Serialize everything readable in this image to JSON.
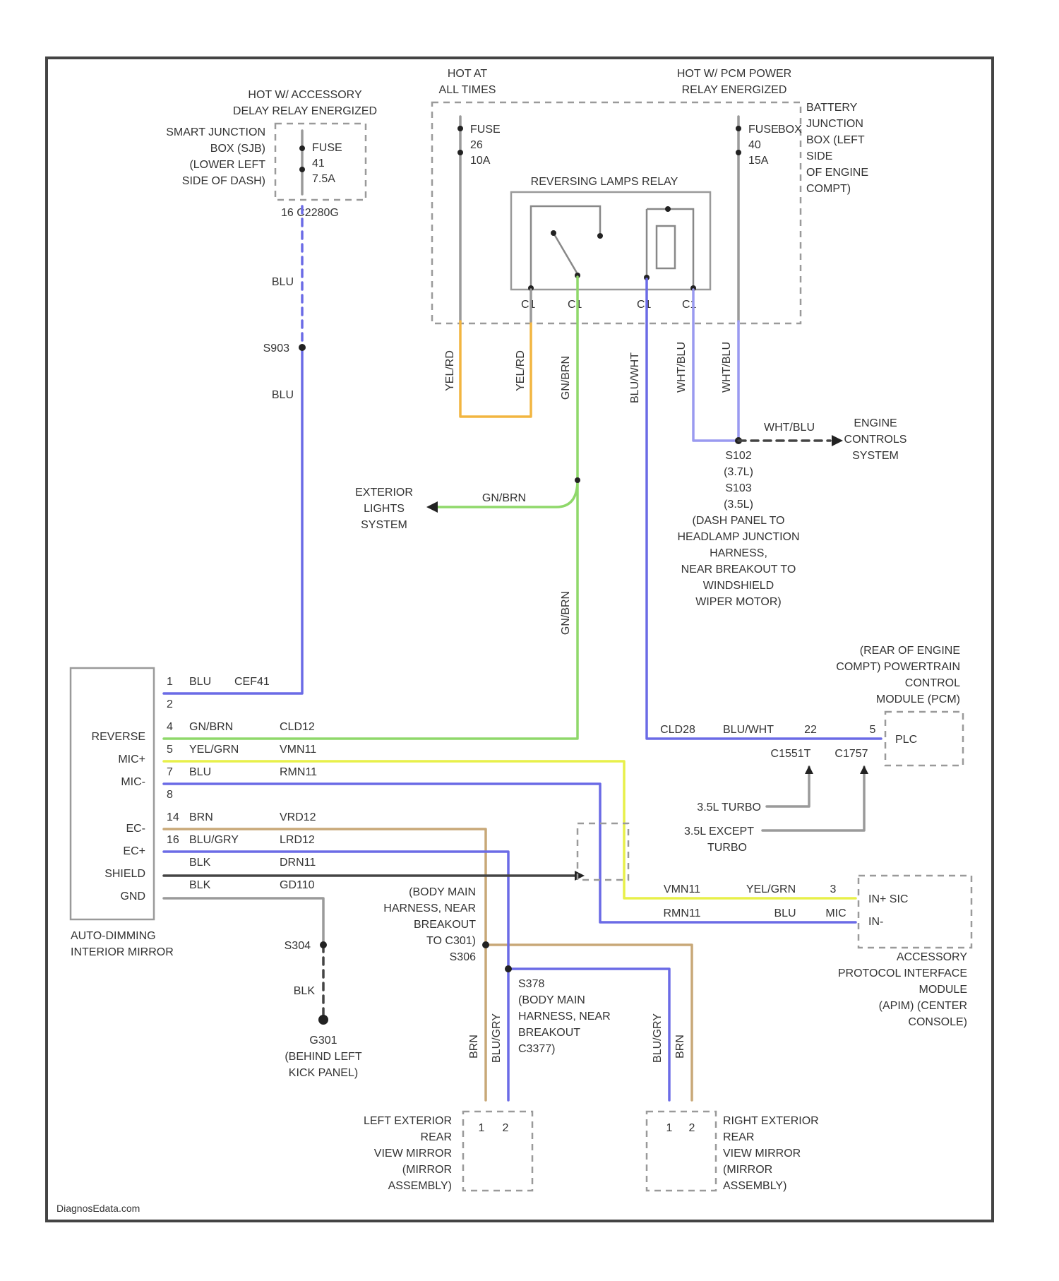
{
  "labels": {
    "hot_acc_1": "HOT W/ ACCESSORY",
    "hot_acc_2": "DELAY RELAY ENERGIZED",
    "sjb_1": "SMART JUNCTION",
    "sjb_2": "BOX (SJB)",
    "sjb_3": "(LOWER LEFT",
    "sjb_4": "SIDE OF DASH)",
    "fuse41_1": "FUSE",
    "fuse41_2": "41",
    "fuse41_3": "7.5A",
    "fuse41_conn": "16 C2280G",
    "hot_all_1": "HOT AT",
    "hot_all_2": "ALL TIMES",
    "fuse26_1": "FUSE",
    "fuse26_2": "26",
    "fuse26_3": "10A",
    "hot_pcm_1": "HOT W/ PCM POWER",
    "hot_pcm_2": "RELAY ENERGIZED",
    "fuse40_1": "FUSE",
    "fuse40_2": "40",
    "fuse40_3": "15A",
    "fuse_box_label": "BOX",
    "bjb_1": "BATTERY",
    "bjb_2": "JUNCTION",
    "bjb_3": "BOX (LEFT",
    "bjb_4": "SIDE",
    "bjb_5": "OF ENGINE",
    "bjb_6": "COMPT)",
    "relay_title": "REVERSING LAMPS RELAY",
    "pin_a": "C1",
    "pin_b": "C1",
    "pin_c": "C1",
    "pin_d": "C1",
    "w_yel_rd_1": "YEL/RD",
    "w_yel_rd_2": "YEL/RD",
    "w_gn_brn_v": "GN/BRN",
    "w_blu_wht_v": "BLU/WHT",
    "w_wht_blu_1": "WHT/BLU",
    "w_wht_blu_2": "WHT/BLU",
    "blu_1": "BLU",
    "s_red": "S903",
    "blu_2": "BLU",
    "wht_blu_h": "WHT/BLU",
    "engine_1": "ENGINE",
    "engine_2": "CONTROLS",
    "engine_3": "SYSTEM",
    "s102_1": "S102",
    "s102_2": "(3.7L)",
    "s102_3": "S103",
    "s102_4": "(3.5L)",
    "s102_5": "(DASH PANEL TO",
    "s102_6": "HEADLAMP JUNCTION",
    "s102_7": "HARNESS,",
    "s102_8": "NEAR BREAKOUT TO",
    "s102_9": "WINDSHIELD",
    "s102_10": "WIPER MOTOR)",
    "ext_1": "EXTERIOR",
    "ext_2": "LIGHTS",
    "ext_3": "SYSTEM",
    "gn_brn_h": "GN/BRN",
    "gn_brn_v2": "GN/BRN",
    "pcm_1": "(REAR OF ENGINE",
    "pcm_2": "COMPT) POWERTRAIN",
    "pcm_3": "CONTROL",
    "pcm_4": "MODULE (PCM)",
    "pcm_c1": "C1551T",
    "pcm_c2": "C1757",
    "turbo_1": "3.5L TURBO",
    "turbo_2": "3.5L EXCEPT",
    "turbo_3": "TURBO",
    "rev_wire_id": "CLD28",
    "rev_wire_color": "BLU/WHT",
    "rev_pin": "22",
    "pcm_pin": "5",
    "pcm_name": "PLC",
    "mirror_rev": "REVERSE",
    "mirror_mic_p": "MIC+",
    "mirror_mic_n": "MIC-",
    "mirror_ec_n": "EC-",
    "mirror_ec_p": "EC+",
    "mirror_shield": "SHIELD",
    "mirror_gnd": "GND",
    "mirror_name_1": "AUTO-DIMMING",
    "mirror_name_2": "INTERIOR MIRROR",
    "r1_pin": "1",
    "r1_color": "BLU",
    "r1_id": "CEF41",
    "r2_pin": "2",
    "r3_pin": "4",
    "r3_color": "GN/BRN",
    "r3_id": "CLD12",
    "r4_pin": "5",
    "r4_color": "YEL/GRN",
    "r4_id": "VMN11",
    "r5_pin": "7",
    "r5_color": "BLU",
    "r5_id": "RMN11",
    "r6_pin": "8",
    "r7_pin": "14",
    "r7_color": "BRN",
    "r7_id": "VRD12",
    "r8_pin": "16",
    "r8_color": "BLU/GRY",
    "r8_id": "LRD12",
    "r9_color": "BLK",
    "r9_id": "DRN11",
    "r10_color": "BLK",
    "r10_id": "GD110",
    "apim_w1_id": "VMN11",
    "apim_w1_color": "YEL/GRN",
    "apim_w1_pin": "3",
    "apim_w2_id": "RMN11",
    "apim_w2_color": "BLU",
    "apim_w2_pin": "MIC",
    "apim_p1": "IN+ SIC",
    "apim_p2": "IN-",
    "apim_1": "ACCESSORY",
    "apim_2": "PROTOCOL INTERFACE",
    "apim_3": "MODULE",
    "apim_4": "(APIM) (CENTER",
    "apim_5": "CONSOLE)",
    "body_1": "(BODY MAIN",
    "body_2": "HARNESS, NEAR",
    "body_3": "BREAKOUT",
    "body_4": "TO C301)",
    "body_5": "S306",
    "s378_1": "S378",
    "s378_2": "(BODY MAIN",
    "s378_3": "HARNESS, NEAR",
    "s378_4": "BREAKOUT",
    "s378_5": "C3377)",
    "s304": "S304",
    "blk_v": "BLK",
    "g301_1": "G301",
    "g301_2": "(BEHIND LEFT",
    "g301_3": "KICK PANEL)",
    "lv_brn": "BRN",
    "lv_blu": "BLU/GRY",
    "rv_blu": "BLU/GRY",
    "rv_brn": "BRN",
    "lm_p1": "1",
    "lm_p2": "2",
    "rm_p1": "1",
    "rm_p2": "2",
    "lm_1": "LEFT EXTERIOR",
    "lm_2": "REAR",
    "lm_3": "VIEW MIRROR",
    "lm_4": "(MIRROR",
    "lm_5": "ASSEMBLY)",
    "rm_1": "RIGHT EXTERIOR",
    "rm_2": "REAR",
    "rm_3": "VIEW MIRROR",
    "rm_4": "(MIRROR",
    "rm_5": "ASSEMBLY)",
    "watermark": "DiagnosEdata.com"
  },
  "colors": {
    "wire_blue": "#6b6be6",
    "wire_green": "#8fd86a",
    "wire_yellow": "#f2b540",
    "wire_yellow_green": "#e8f04a",
    "wire_brown": "#c8a878",
    "wire_black": "#444444"
  }
}
